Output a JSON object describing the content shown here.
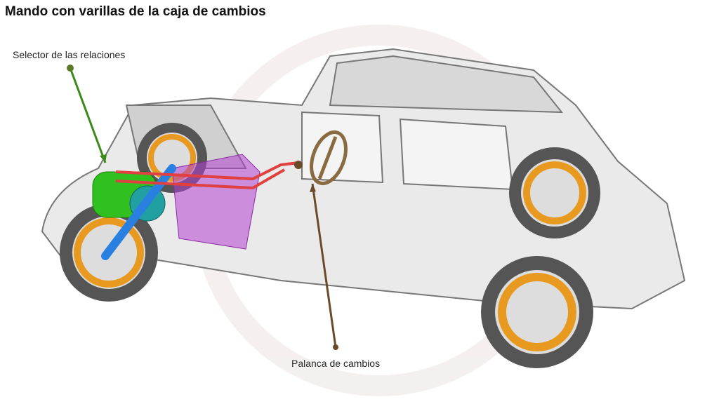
{
  "title": "Mando con varillas de la caja de cambios",
  "labels": {
    "selector": "Selector de las relaciones",
    "lever": "Palanca de cambios"
  },
  "colors": {
    "selector_pointer": "#3a8a1a",
    "lever_pointer": "#6b4a2a",
    "rods": "#e04040",
    "gearbox": "#b040d0",
    "engine": "#30c020",
    "shaft": "#2a80e0",
    "wheel_rim": "#e89a20"
  }
}
